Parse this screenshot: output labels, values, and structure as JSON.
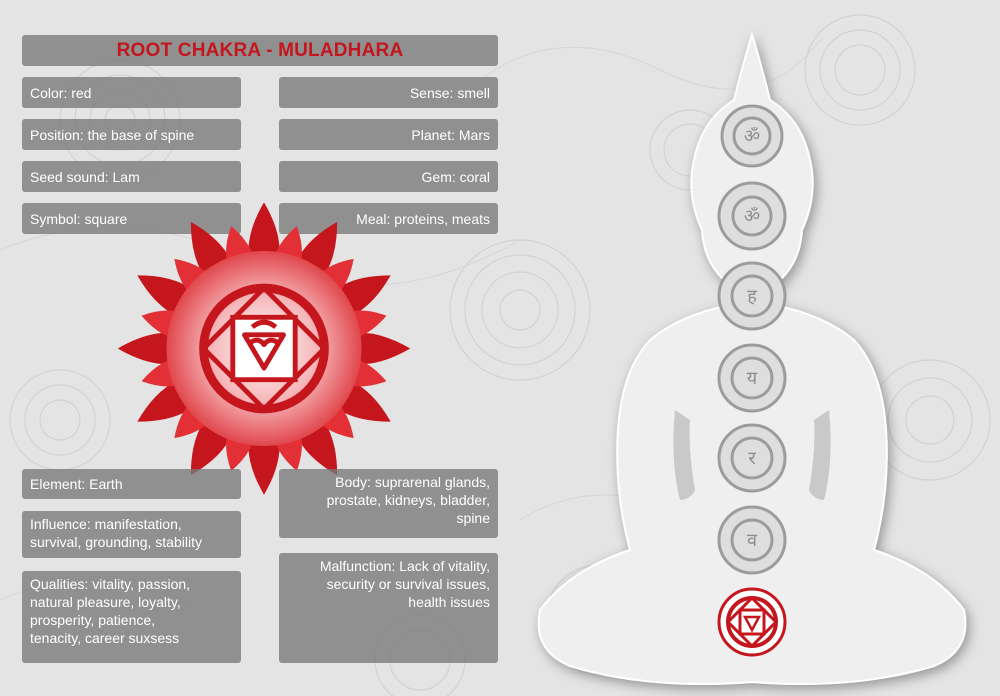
{
  "title": "ROOT CHAKRA - MULADHARA",
  "colors": {
    "accent_red": "#c4161c",
    "box_gray": "#7a7a7a",
    "background": "#e4e4e4"
  },
  "info_left": {
    "color": "Color: red",
    "position": "Position: the base of spine",
    "seed_sound": "Seed sound: Lam",
    "symbol": "Symbol: square",
    "element": "Element: Earth",
    "influence": "Influence: manifestation,\nsurvival, grounding, stability",
    "qualities": "Qualities: vitality, passion,\nnatural pleasure, loyalty,\nprosperity, patience,\ntenacity, career suxsess"
  },
  "info_right": {
    "sense": "Sense: smell",
    "planet": "Planet: Mars",
    "gem": "Gem: coral",
    "meal": "Meal: proteins, meats",
    "body": "Body: suprarenal glands,\nprostate, kidneys, bladder,\nspine",
    "malfunction": "Malfunction: Lack of vitality,\nsecurity or survival issues,\nhealth issues"
  },
  "icons": {
    "lotus": "root-chakra-lotus-icon",
    "figure": "meditating-figure-icon",
    "chakras": [
      "crown-chakra-icon",
      "third-eye-chakra-icon",
      "throat-chakra-icon",
      "heart-chakra-icon",
      "solar-plexus-chakra-icon",
      "sacral-chakra-icon",
      "root-chakra-icon"
    ]
  }
}
